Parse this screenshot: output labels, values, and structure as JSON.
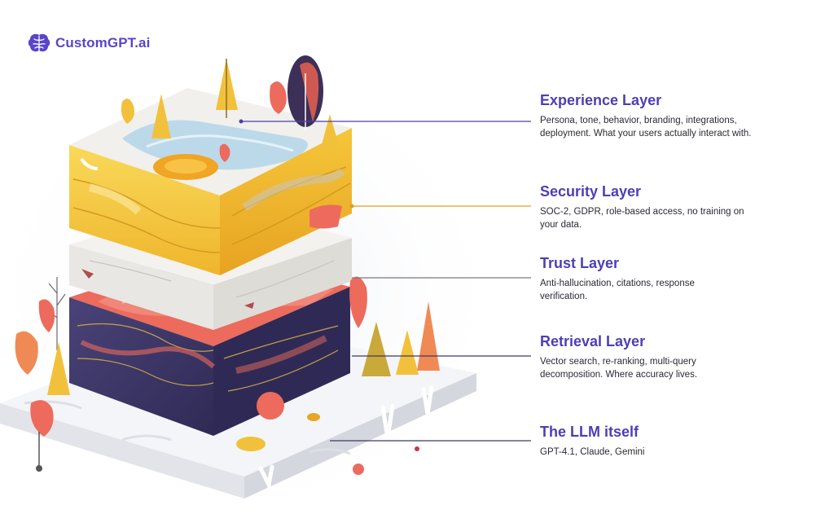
{
  "brand": {
    "name": "CustomGPT.ai",
    "color": "#5a45c8"
  },
  "layers": [
    {
      "title": "Experience Layer",
      "description": "Persona, tone, behavior, branding, integrations, deployment. What your users actually interact with."
    },
    {
      "title": "Security Layer",
      "description": "SOC-2, GDPR, role-based access, no training on your data."
    },
    {
      "title": "Trust Layer",
      "description": "Anti-hallucination, citations, response verification."
    },
    {
      "title": "Retrieval Layer",
      "description": "Vector search, re-ranking, multi-query decomposition. Where accuracy lives."
    },
    {
      "title": "The LLM itself",
      "description": "GPT-4.1, Claude, Gemini"
    }
  ],
  "palette": {
    "title": "#4d3fb2",
    "text": "#2a2a35",
    "experience": "#f5c63a",
    "trust": "#ececea",
    "retrieval": "#3e3868",
    "retrieval_accent": "#ec6b5c",
    "base": "#f2f3f6"
  }
}
